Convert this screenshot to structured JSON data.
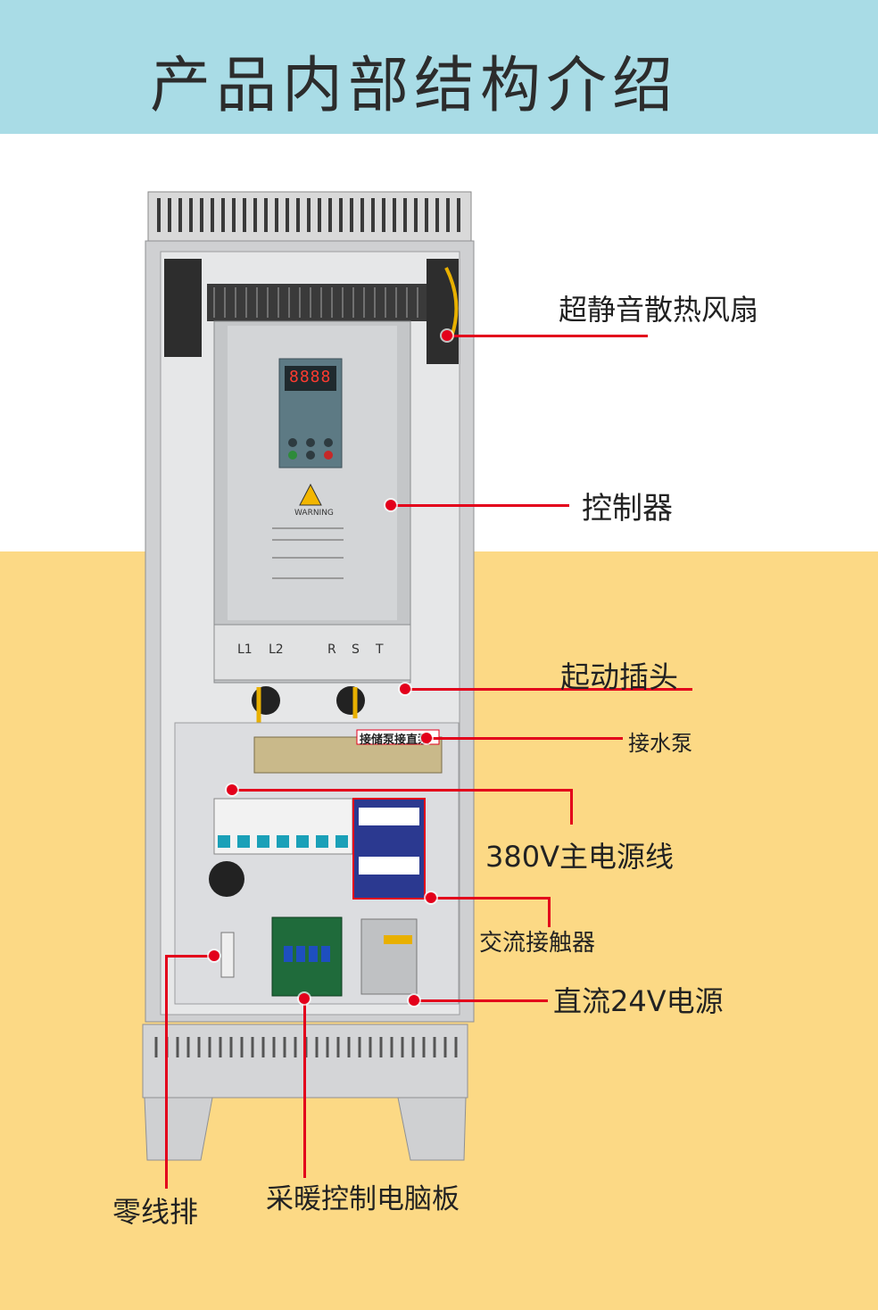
{
  "header": {
    "title": "产品内部结构介绍"
  },
  "colors": {
    "header_bg": "#a9dce6",
    "lower_bg": "#fcd985",
    "leader": "#e3001b"
  },
  "device": {
    "display_digits": "8888",
    "terminal_labels": [
      "L1",
      "L2",
      "R",
      "S",
      "T"
    ],
    "warning_title": "WARNING",
    "terminal_strip_label": "接储泵接直泵"
  },
  "callouts": {
    "fan": "超静音散热风扇",
    "controller": "控制器",
    "start_plug": "起动插头",
    "pump": "接水泵",
    "main_power": "380V主电源线",
    "contactor": "交流接触器",
    "dc_power": "直流24V电源",
    "neutral_bar": "零线排",
    "control_board": "采暖控制电脑板"
  }
}
